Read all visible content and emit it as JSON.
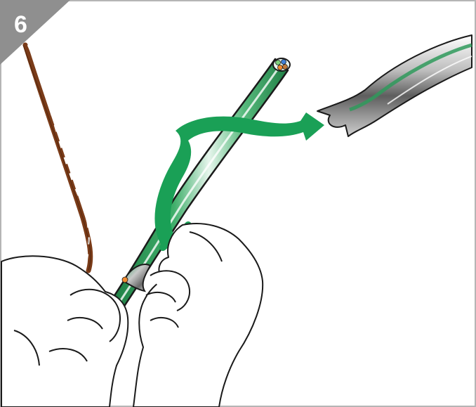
{
  "step": {
    "number": "6"
  },
  "colors": {
    "frame": "#b5b5b5",
    "badge": "#8f8f8f",
    "arrow": "#1aa056",
    "cable_green": "#2f9a5c",
    "cable_light": "#d8efe1",
    "sheath_metal": "#8c8c8c",
    "twisted_pair_brown": "#7a3b18",
    "outline": "#1a1a1a"
  },
  "figure": {
    "elements": [
      "twisted-pair-wire",
      "cable",
      "stripped-sheath",
      "curved-arrow",
      "left-hand",
      "right-hand"
    ]
  }
}
